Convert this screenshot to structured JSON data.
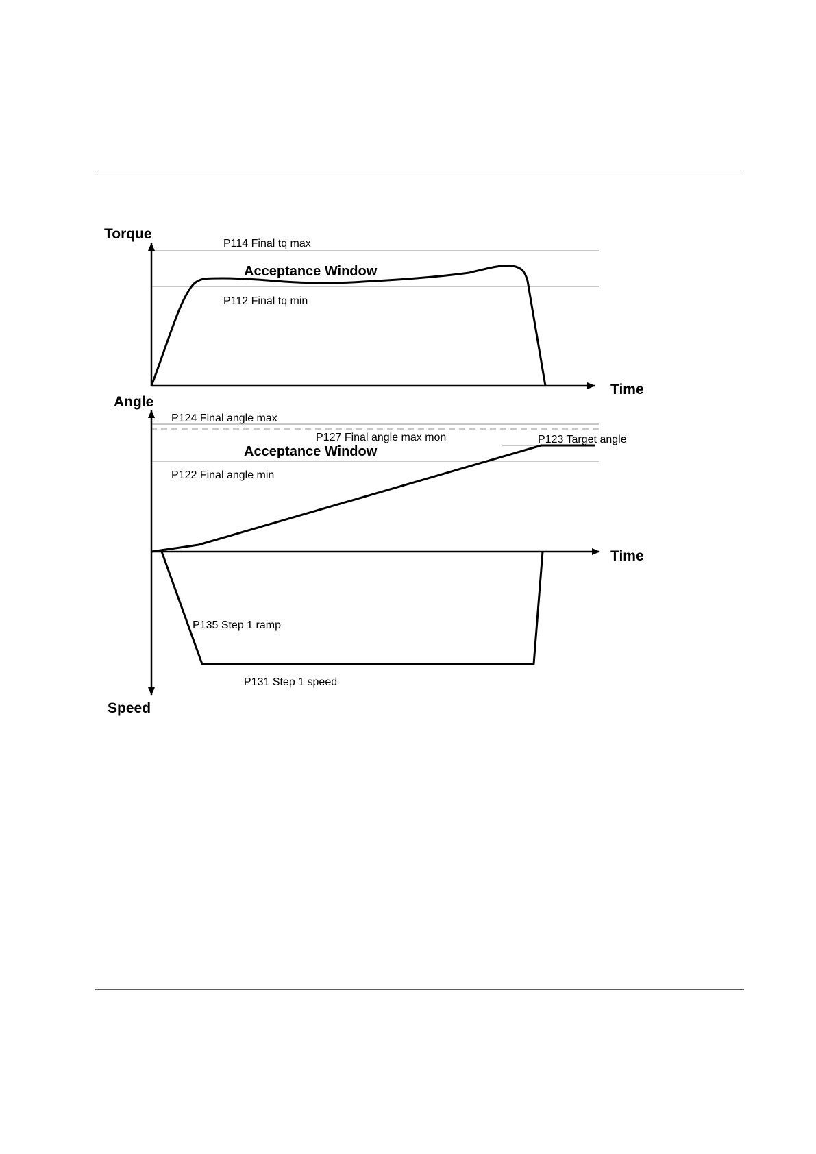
{
  "torque_panel": {
    "y_axis_title": "Torque",
    "x_axis_title": "Time",
    "upper_limit_label": "P114 Final tq max",
    "lower_limit_label": "P112 Final tq min",
    "window_label": "Acceptance Window"
  },
  "angle_panel": {
    "y_axis_title": "Angle",
    "x_axis_title": "Time",
    "upper_limit_label": "P124 Final angle max",
    "monitor_limit_label": "P127 Final angle max mon",
    "target_label": "P123 Target angle",
    "window_label": "Acceptance Window",
    "lower_limit_label": "P122 Final angle min"
  },
  "speed_panel": {
    "y_axis_title": "Speed",
    "ramp_label": "P135 Step 1 ramp",
    "speed_label": "P131 Step 1 speed"
  },
  "colors": {
    "curve": "#000000",
    "limit_line": "#c8c8c8",
    "monitor_line": "#c8c8c8",
    "rule": "#5a5a5a"
  }
}
